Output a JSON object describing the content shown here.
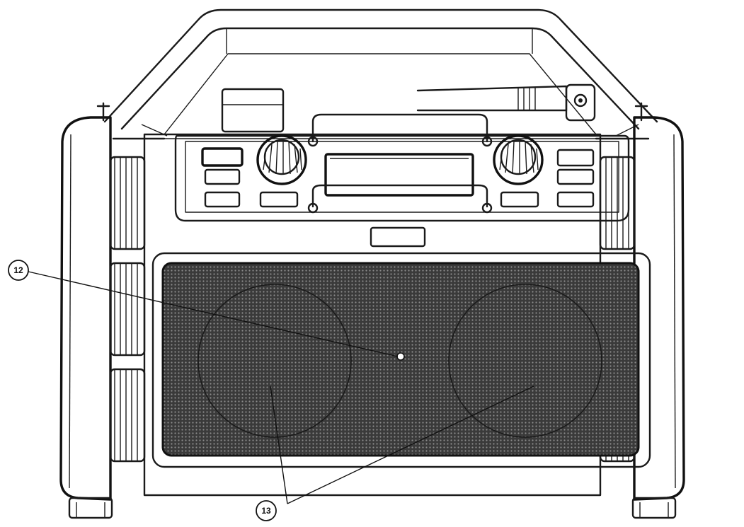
{
  "diagram": {
    "callouts": [
      {
        "id": "callout-12",
        "label": "12"
      },
      {
        "id": "callout-13",
        "label": "13"
      }
    ],
    "colors": {
      "line": "#1a1a1a",
      "grille": "#3a3a3a",
      "background": "#ffffff"
    }
  }
}
